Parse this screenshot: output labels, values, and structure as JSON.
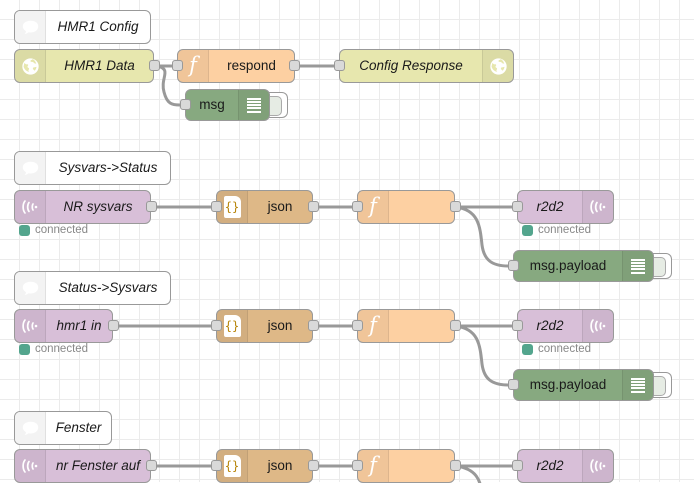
{
  "app": {
    "name": "Node-RED flow editor canvas",
    "grid_size": 20
  },
  "colors": {
    "comment": "#ffffff",
    "http_in": "#e7e7ae",
    "function": "#fdd0a2",
    "debug": "#87a980",
    "mqtt": "#d8bfd8",
    "json": "#deb887",
    "wire": "#999999",
    "port": "#d9d9d9",
    "status_connected": "#53a58d",
    "grid_line": "#ebebeb"
  },
  "groups": [
    {
      "comment_label": "HMR1 Config",
      "nodes": [
        {
          "label": "HMR1 Data",
          "type": "http-in",
          "icon": "globe-icon"
        },
        {
          "label": "respond",
          "type": "function",
          "icon": "function-f-icon"
        },
        {
          "label": "Config Response",
          "type": "http-response",
          "icon": "globe-icon"
        },
        {
          "label": "msg",
          "type": "debug",
          "icon": "debug-lines-icon"
        }
      ]
    },
    {
      "comment_label": "Sysvars->Status",
      "nodes": [
        {
          "label": "NR sysvars",
          "type": "mqtt-in",
          "icon": "mqtt-wave-icon",
          "status": "connected"
        },
        {
          "label": "json",
          "type": "json",
          "icon": "json-braces-icon"
        },
        {
          "label": "",
          "type": "function",
          "icon": "function-f-icon"
        },
        {
          "label": "r2d2",
          "type": "mqtt-out",
          "icon": "mqtt-wave-icon",
          "status": "connected"
        },
        {
          "label": "msg.payload",
          "type": "debug",
          "icon": "debug-lines-icon"
        }
      ]
    },
    {
      "comment_label": "Status->Sysvars",
      "nodes": [
        {
          "label": "hmr1 in",
          "type": "mqtt-in",
          "icon": "mqtt-wave-icon",
          "status": "connected"
        },
        {
          "label": "json",
          "type": "json",
          "icon": "json-braces-icon"
        },
        {
          "label": "",
          "type": "function",
          "icon": "function-f-icon"
        },
        {
          "label": "r2d2",
          "type": "mqtt-out",
          "icon": "mqtt-wave-icon",
          "status": "connected"
        },
        {
          "label": "msg.payload",
          "type": "debug",
          "icon": "debug-lines-icon"
        }
      ]
    },
    {
      "comment_label": "Fenster",
      "nodes": [
        {
          "label": "nr Fenster auf",
          "type": "mqtt-in",
          "icon": "mqtt-wave-icon"
        },
        {
          "label": "json",
          "type": "json",
          "icon": "json-braces-icon"
        },
        {
          "label": "",
          "type": "function",
          "icon": "function-f-icon"
        },
        {
          "label": "r2d2",
          "type": "mqtt-out",
          "icon": "mqtt-wave-icon"
        }
      ]
    }
  ],
  "status_text": {
    "connected": "connected"
  },
  "json_braces": "{}"
}
